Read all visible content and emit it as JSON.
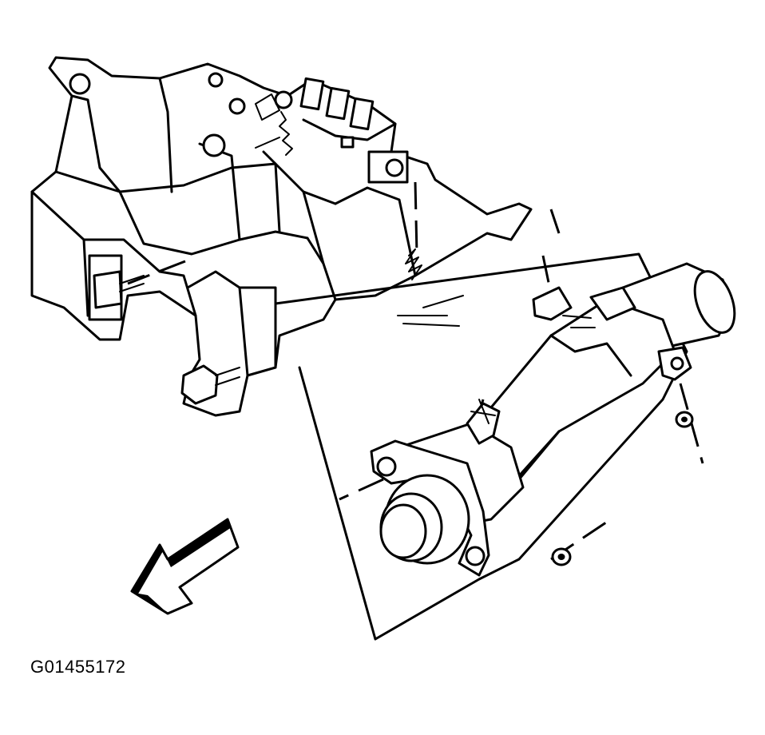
{
  "figure": {
    "id_label": "G01455172"
  },
  "parts": [
    {
      "name": "instrument-panel-carrier",
      "icon": "carrier-bracket-shape"
    },
    {
      "name": "steering-column",
      "icon": "column-tube-shape"
    },
    {
      "name": "column-nut-upper",
      "icon": "nut-shape"
    },
    {
      "name": "column-nut-lower",
      "icon": "nut-shape"
    },
    {
      "name": "direction-arrow",
      "icon": "arrow-left-down-icon"
    }
  ],
  "colors": {
    "ink": "#000000",
    "paper": "#ffffff"
  }
}
